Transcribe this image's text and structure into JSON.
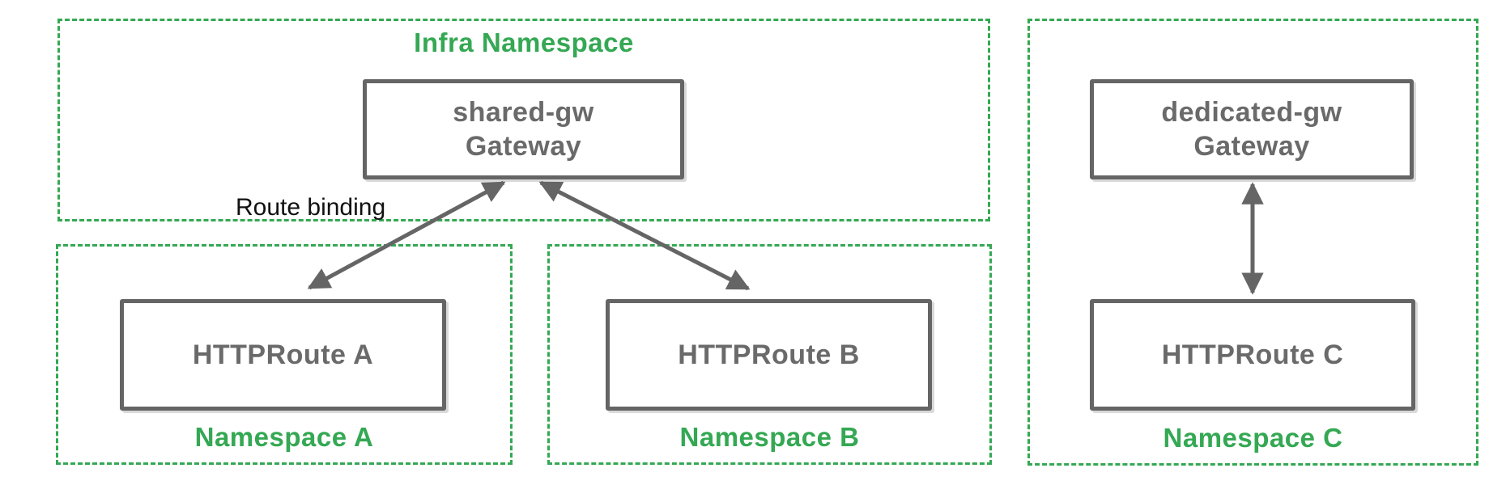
{
  "diagram": {
    "infra_namespace": {
      "title": "Infra Namespace",
      "gateway": {
        "line1": "shared-gw",
        "line2": "Gateway"
      }
    },
    "namespace_a": {
      "title": "Namespace A",
      "route": "HTTPRoute A"
    },
    "namespace_b": {
      "title": "Namespace B",
      "route": "HTTPRoute B"
    },
    "namespace_c": {
      "title": "Namespace C",
      "gateway": {
        "line1": "dedicated-gw",
        "line2": "Gateway"
      },
      "route": "HTTPRoute C"
    },
    "annotations": {
      "route_binding": "Route binding"
    },
    "colors": {
      "namespace_green": "#34a853",
      "node_grey_border": "#656565",
      "node_grey_text": "#6a6a6a",
      "annotation_black": "#111111"
    }
  }
}
